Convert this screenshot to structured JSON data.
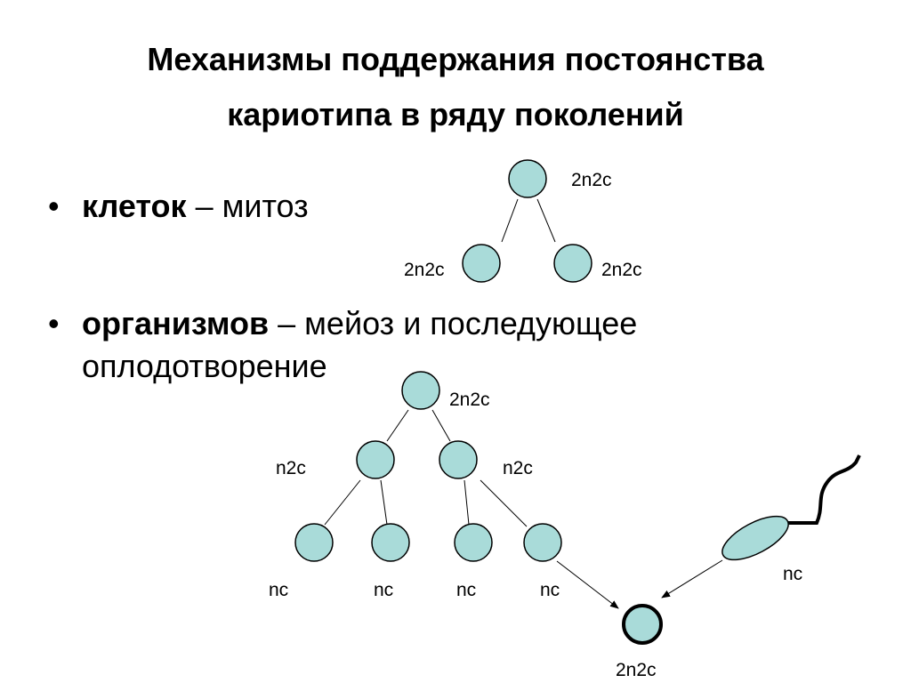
{
  "title": {
    "line1": "Механизмы поддержания постоянства",
    "line2": "кариотипа в ряду поколений"
  },
  "bullets": [
    {
      "marker": "•",
      "bold": "клеток",
      "rest": " – митоз",
      "line2": ""
    },
    {
      "marker": "•",
      "bold": "организмов",
      "rest": " – мейоз и последующее",
      "line2": "оплодотворение"
    }
  ],
  "mitosis": {
    "parent_label": "2n2c",
    "child_left_label": "2n2c",
    "child_right_label": "2n2c"
  },
  "meiosis": {
    "parent_label": "2n2c",
    "second_left_label": "n2c",
    "second_right_label": "n2c",
    "gamete_labels": [
      "nc",
      "nc",
      "nc",
      "nc"
    ],
    "sperm_label": "nc",
    "zygote_label": "2n2c"
  },
  "colors": {
    "cell_fill": "#a9dbd9",
    "stroke": "#000000"
  }
}
